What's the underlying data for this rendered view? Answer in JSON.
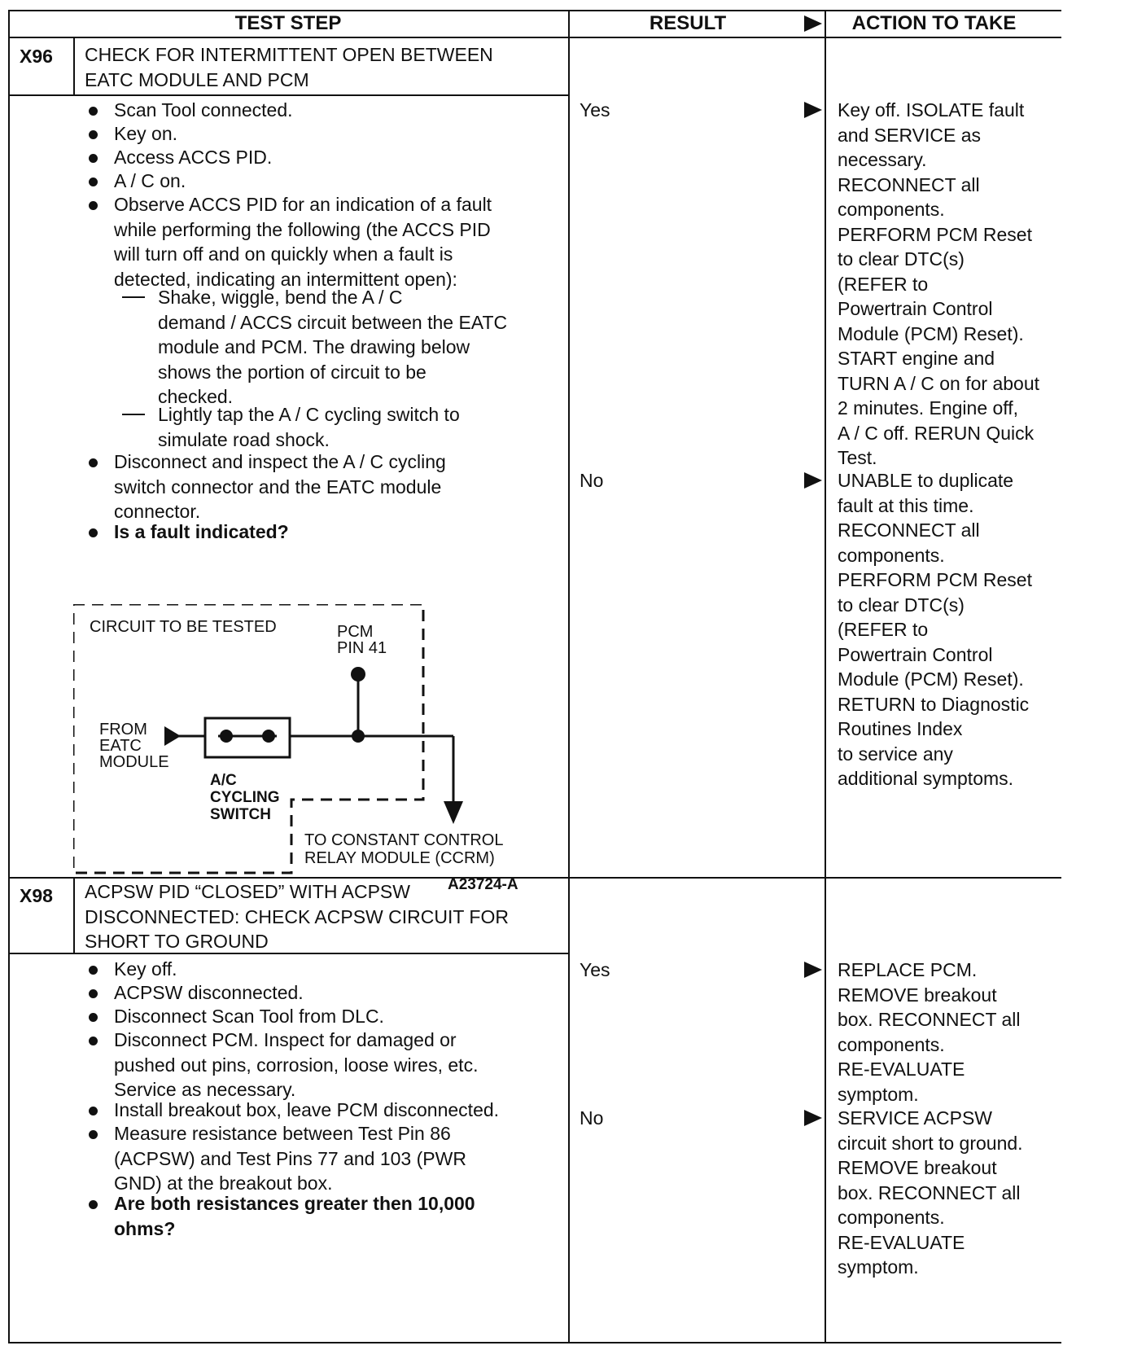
{
  "header": {
    "test_step": "TEST STEP",
    "result": "RESULT",
    "action": "ACTION TO TAKE"
  },
  "steps": [
    {
      "id": "X96",
      "title_lines": [
        "CHECK FOR INTERMITTENT OPEN BETWEEN",
        "EATC MODULE AND PCM"
      ],
      "bullets": [
        {
          "lines": [
            "Scan Tool connected."
          ]
        },
        {
          "lines": [
            "Key on."
          ]
        },
        {
          "lines": [
            "Access ACCS PID."
          ]
        },
        {
          "lines": [
            "A / C on."
          ]
        },
        {
          "lines": [
            "Observe ACCS PID for an indication of a fault",
            "while performing the following (the ACCS PID",
            "will turn off and on quickly when a fault is",
            "detected, indicating an intermittent open):"
          ]
        },
        {
          "lines": [
            "Disconnect and inspect the A / C cycling",
            "switch connector and the EATC module",
            "connector."
          ]
        },
        {
          "lines": [
            "Is a fault indicated?"
          ]
        }
      ],
      "subitems": [
        {
          "lines": [
            "Shake, wiggle, bend the A / C",
            "demand / ACCS circuit between the EATC",
            "module and PCM. The drawing below",
            "shows the portion of circuit to be",
            "checked."
          ]
        },
        {
          "lines": [
            "Lightly tap the A / C cycling switch to",
            "simulate road shock."
          ]
        }
      ],
      "diagram": {
        "circuit_label": "CIRCUIT TO BE TESTED",
        "pcm_pin": [
          "PCM",
          "PIN 41"
        ],
        "from": [
          "FROM",
          "EATC",
          "MODULE"
        ],
        "switch": [
          "A/C",
          "CYCLING",
          "SWITCH"
        ],
        "to": [
          "TO CONSTANT CONTROL",
          "RELAY MODULE (CCRM)"
        ],
        "figure_id": "A23724-A"
      },
      "results": [
        {
          "label": "Yes",
          "action_lines": [
            "Key off. ISOLATE fault",
            "and SERVICE as",
            "necessary.",
            "RECONNECT all",
            "components.",
            "PERFORM PCM Reset",
            "to clear DTC(s)",
            "(REFER to",
            "Powertrain Control",
            "Module (PCM) Reset).",
            "START engine and",
            "TURN A / C on for about",
            "2 minutes. Engine off,",
            "A / C off. RERUN Quick",
            "Test."
          ]
        },
        {
          "label": "No",
          "action_lines": [
            "UNABLE to duplicate",
            "fault at this time.",
            "RECONNECT all",
            "components.",
            "PERFORM PCM Reset",
            "to clear DTC(s)",
            "(REFER to",
            "Powertrain Control",
            "Module (PCM) Reset).",
            "RETURN to Diagnostic",
            "Routines Index",
            "to service any",
            "additional symptoms."
          ]
        }
      ]
    },
    {
      "id": "X98",
      "title_lines": [
        "ACPSW PID “CLOSED” WITH ACPSW",
        "DISCONNECTED: CHECK ACPSW CIRCUIT FOR",
        "SHORT TO GROUND"
      ],
      "bullets": [
        {
          "lines": [
            "Key off."
          ]
        },
        {
          "lines": [
            "ACPSW disconnected."
          ]
        },
        {
          "lines": [
            "Disconnect Scan Tool from DLC."
          ]
        },
        {
          "lines": [
            "Disconnect PCM. Inspect for damaged or",
            "pushed out pins, corrosion, loose wires, etc.",
            "Service as necessary."
          ]
        },
        {
          "lines": [
            "Install breakout box, leave PCM disconnected."
          ]
        },
        {
          "lines": [
            "Measure resistance between Test Pin 86",
            "(ACPSW) and Test Pins 77 and 103 (PWR",
            "GND) at the breakout box."
          ]
        },
        {
          "lines": [
            "Are both resistances greater then 10,000",
            "ohms?"
          ]
        }
      ],
      "results": [
        {
          "label": "Yes",
          "action_lines": [
            "REPLACE PCM.",
            "REMOVE breakout",
            "box. RECONNECT all",
            "components.",
            "RE-EVALUATE",
            "symptom."
          ]
        },
        {
          "label": "No",
          "action_lines": [
            "SERVICE ACPSW",
            "circuit short to ground.",
            "REMOVE breakout",
            "box. RECONNECT all",
            "components.",
            "RE-EVALUATE",
            "symptom."
          ]
        }
      ]
    }
  ]
}
